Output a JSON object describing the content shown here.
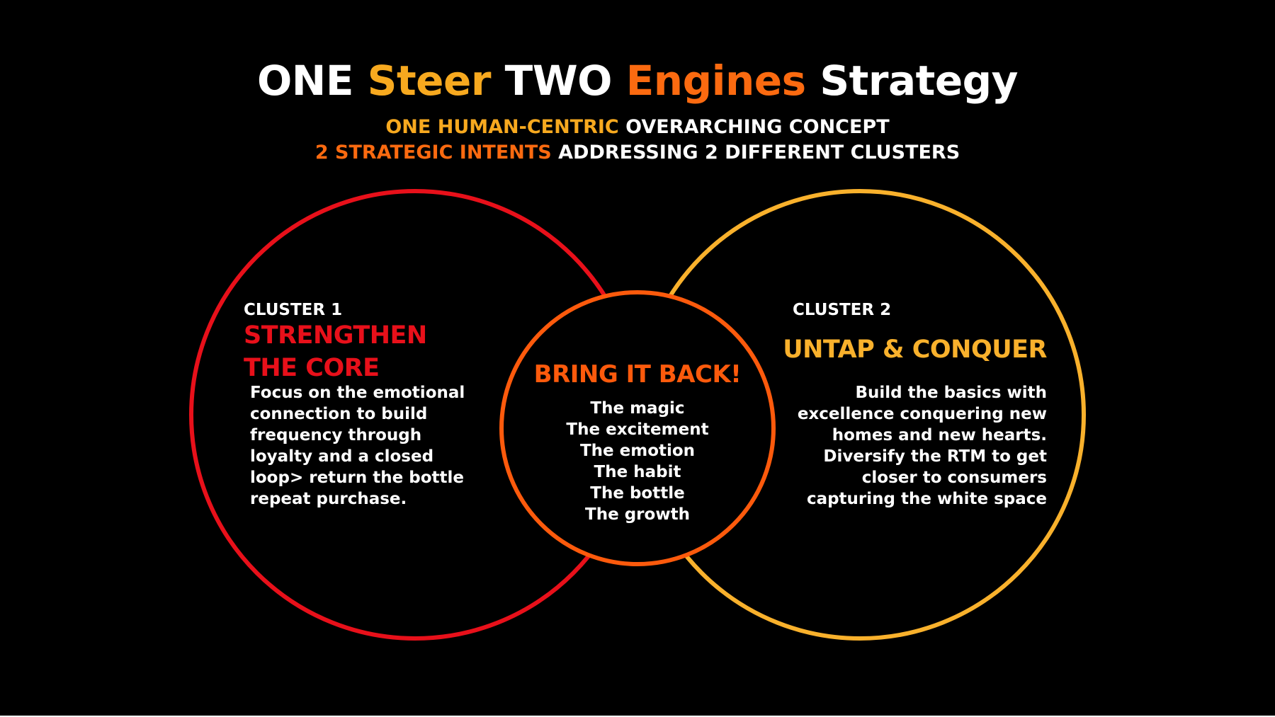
{
  "title": {
    "part1": "ONE ",
    "part2": "Steer",
    "part3": " TWO ",
    "part4": "Engines",
    "part5": " Strategy"
  },
  "subtitle": {
    "line1_highlight": "ONE HUMAN-CENTRIC",
    "line1_rest": " OVERARCHING CONCEPT",
    "line2_highlight": "2 STRATEGIC INTENTS",
    "line2_rest": " ADDRESSING 2 DIFFERENT CLUSTERS"
  },
  "cluster1": {
    "label": "CLUSTER 1",
    "heading_line1": "STRENGTHEN",
    "heading_line2": "THE CORE",
    "body_lines": [
      "Focus on the emotional",
      "connection to build",
      "frequency through",
      "loyalty and a closed",
      "loop> return the bottle",
      "repeat purchase."
    ]
  },
  "center": {
    "heading": "BRING IT BACK!",
    "items": [
      "The magic",
      "The excitement",
      "The emotion",
      "The habit",
      "The bottle",
      "The growth"
    ]
  },
  "cluster2": {
    "label": "CLUSTER 2",
    "heading": "UNTAP & CONQUER",
    "body_lines": [
      "Build the basics with",
      "excellence conquering new",
      "homes and new hearts.",
      "Diversify the RTM to get",
      "closer to consumers",
      "capturing the white space"
    ]
  },
  "colors": {
    "background": "#000000",
    "white": "#ffffff",
    "red": "#e8101a",
    "orange": "#fd5a0c",
    "yellow": "#f9b12c",
    "title_orange": "#fb6a10",
    "title_yellow": "#f7a91f"
  }
}
